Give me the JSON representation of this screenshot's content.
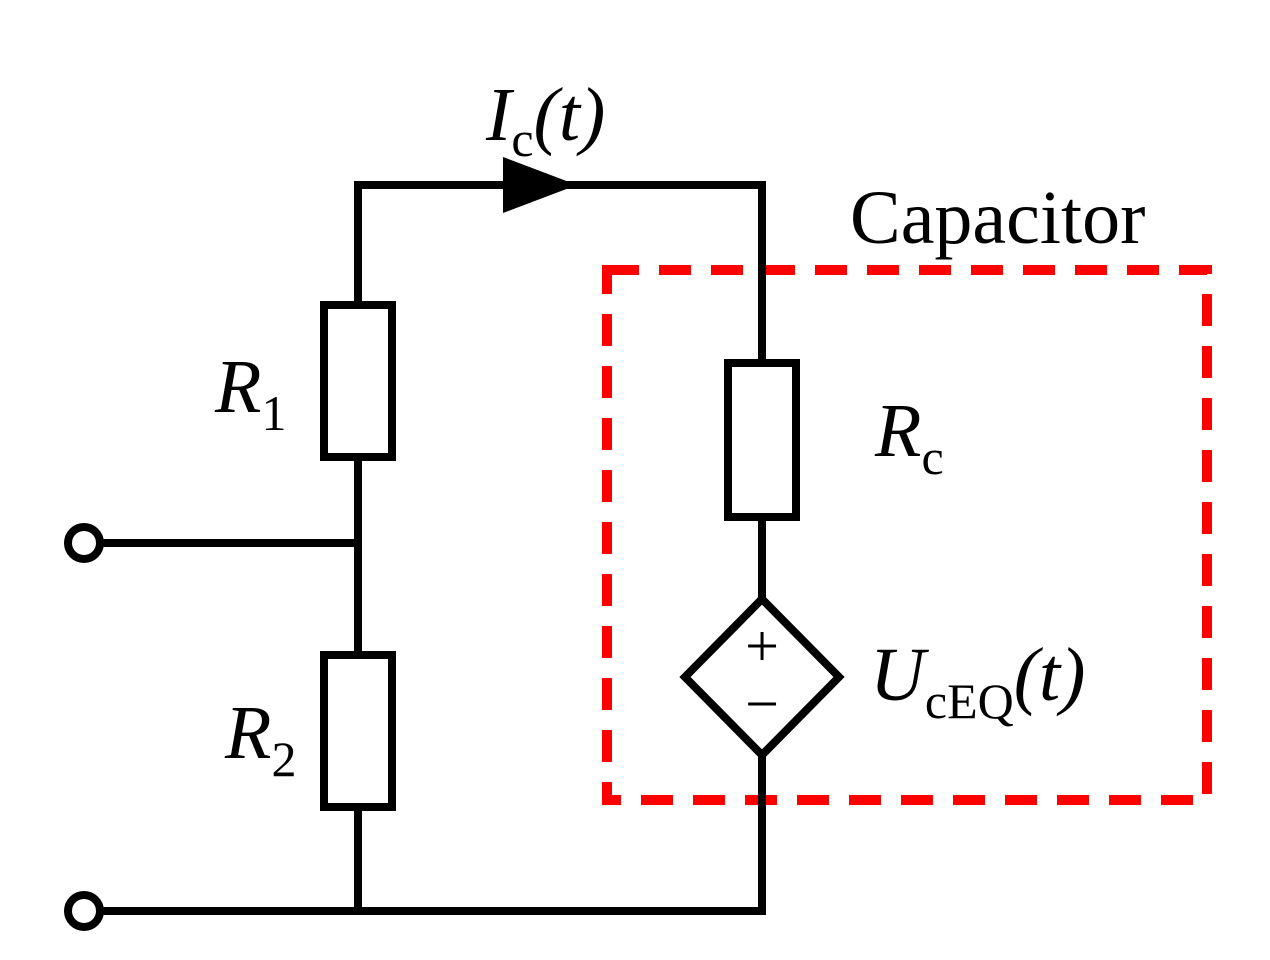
{
  "diagram": {
    "type": "circuit-schematic",
    "region_label": "Capacitor",
    "labels": {
      "current": {
        "base": "I",
        "sub": "c",
        "suffix": "(t)"
      },
      "r1": {
        "base": "R",
        "sub": "1"
      },
      "r2": {
        "base": "R",
        "sub": "2"
      },
      "rc": {
        "base": "R",
        "sub": "c"
      },
      "source": {
        "base": "U",
        "sub": "cEQ",
        "suffix": "(t)"
      },
      "source_plus": "+",
      "source_minus": "−"
    },
    "colors": {
      "wire": "#000000",
      "component_fill": "#ffffff",
      "dashed_box": "#ff0000",
      "background": "#ffffff"
    }
  }
}
